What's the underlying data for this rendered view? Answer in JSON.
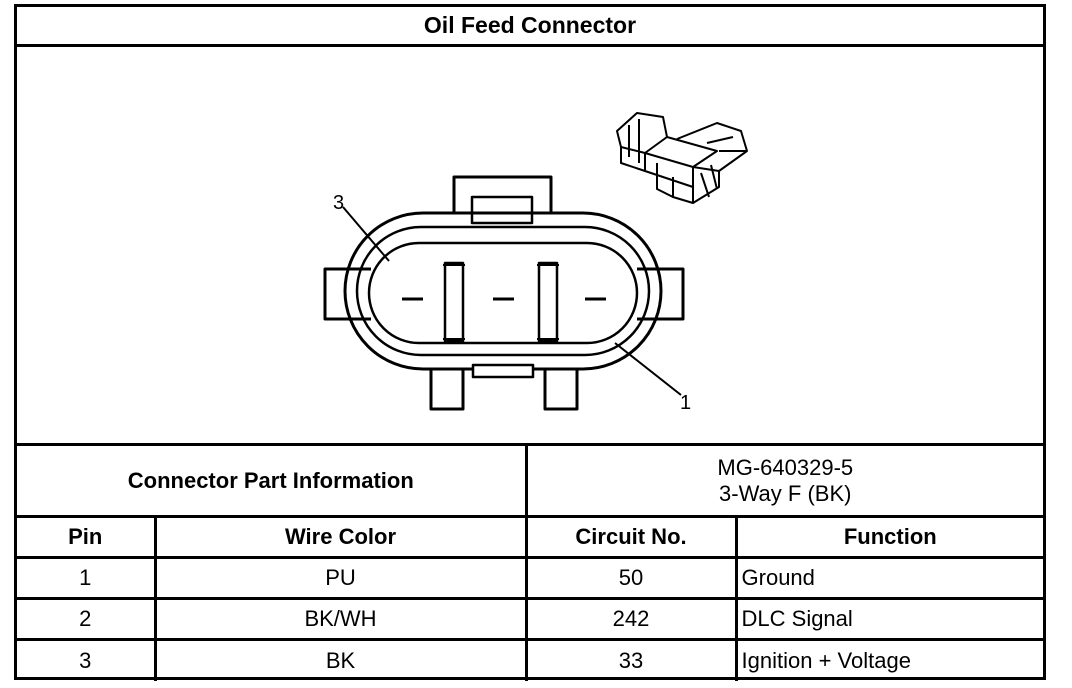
{
  "title": "Oil Feed Connector",
  "diagram": {
    "pin_label_top": "3",
    "pin_label_bottom": "1"
  },
  "part_info": {
    "label": "Connector Part Information",
    "part_number": "MG-640329-5",
    "description": "3-Way F (BK)"
  },
  "table": {
    "headers": {
      "pin": "Pin",
      "wire_color": "Wire Color",
      "circuit": "Circuit No.",
      "function": "Function"
    },
    "rows": [
      {
        "pin": "1",
        "wire_color": "PU",
        "circuit": "50",
        "function": "Ground"
      },
      {
        "pin": "2",
        "wire_color": "BK/WH",
        "circuit": "242",
        "function": "DLC Signal"
      },
      {
        "pin": "3",
        "wire_color": "BK",
        "circuit": "33",
        "function": "Ignition + Voltage"
      }
    ]
  }
}
